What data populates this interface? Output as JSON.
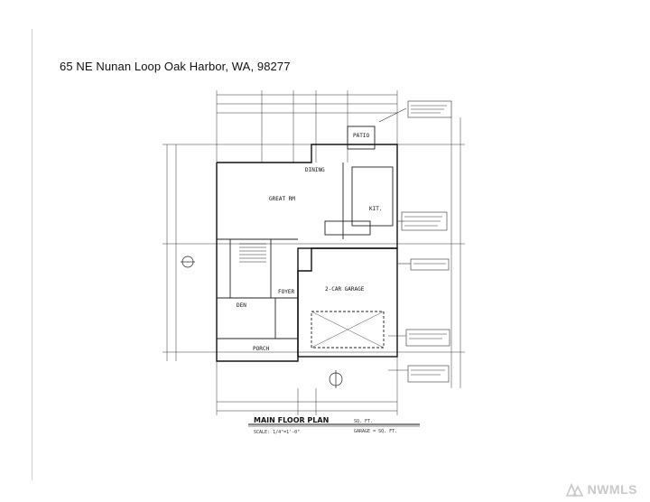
{
  "address": "65 NE Nunan Loop Oak Harbor, WA, 98277",
  "plan": {
    "title": "MAIN FLOOR PLAN",
    "scale": "SCALE: 1/4\"=1'-0\"",
    "area_main": "SQ. FT.",
    "area_garage": "GARAGE = SQ. FT.",
    "rooms": {
      "great_room": "GREAT RM",
      "dining": "DINING",
      "kitchen": "KIT.",
      "garage": "2-CAR GARAGE",
      "den": "DEN",
      "foyer": "FOYER",
      "porch": "PORCH",
      "patio": "PATIO"
    }
  },
  "watermark": "NWMLS",
  "colors": {
    "line": "#222222",
    "faint": "#777777",
    "watermark": "#c9c9c9"
  }
}
